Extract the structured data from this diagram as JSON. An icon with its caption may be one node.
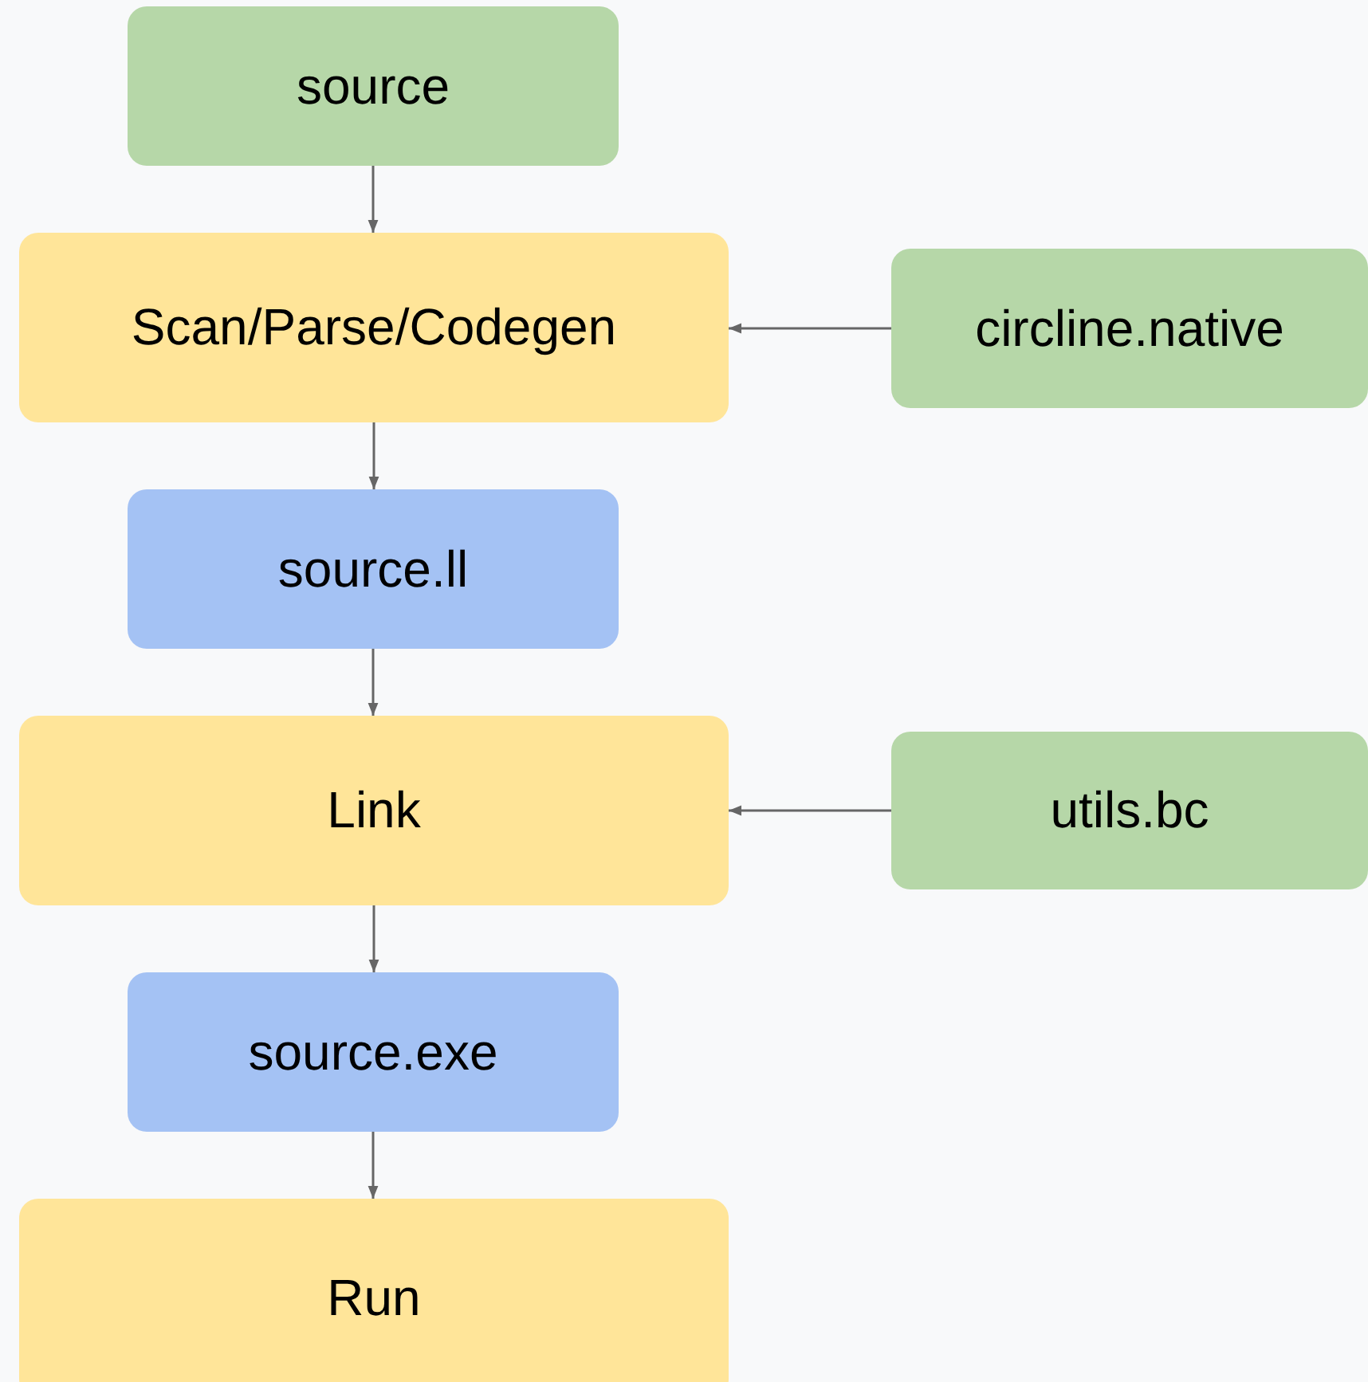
{
  "diagram": {
    "nodes": [
      {
        "text": [
          "source"
        ]
      },
      {
        "text": [
          "Scan/Parse/Codegen"
        ]
      },
      {
        "text": [
          "circline.native"
        ]
      },
      {
        "text": [
          "source.ll"
        ]
      },
      {
        "text": [
          "Link"
        ]
      },
      {
        "text": [
          "utils.bc"
        ]
      },
      {
        "text": [
          "source.exe"
        ]
      },
      {
        "text": [
          "Run"
        ]
      }
    ],
    "edges": [
      {
        "from": 0,
        "to": 1,
        "arrow": "to"
      },
      {
        "from": 1,
        "to": 3,
        "arrow": "to"
      },
      {
        "from": 2,
        "to": 1,
        "arrow": "to"
      },
      {
        "from": 3,
        "to": 4,
        "arrow": "to"
      },
      {
        "from": 4,
        "to": 6,
        "arrow": "to"
      },
      {
        "from": 5,
        "to": 4,
        "arrow": "to"
      },
      {
        "from": 6,
        "to": 7,
        "arrow": "to"
      }
    ]
  }
}
